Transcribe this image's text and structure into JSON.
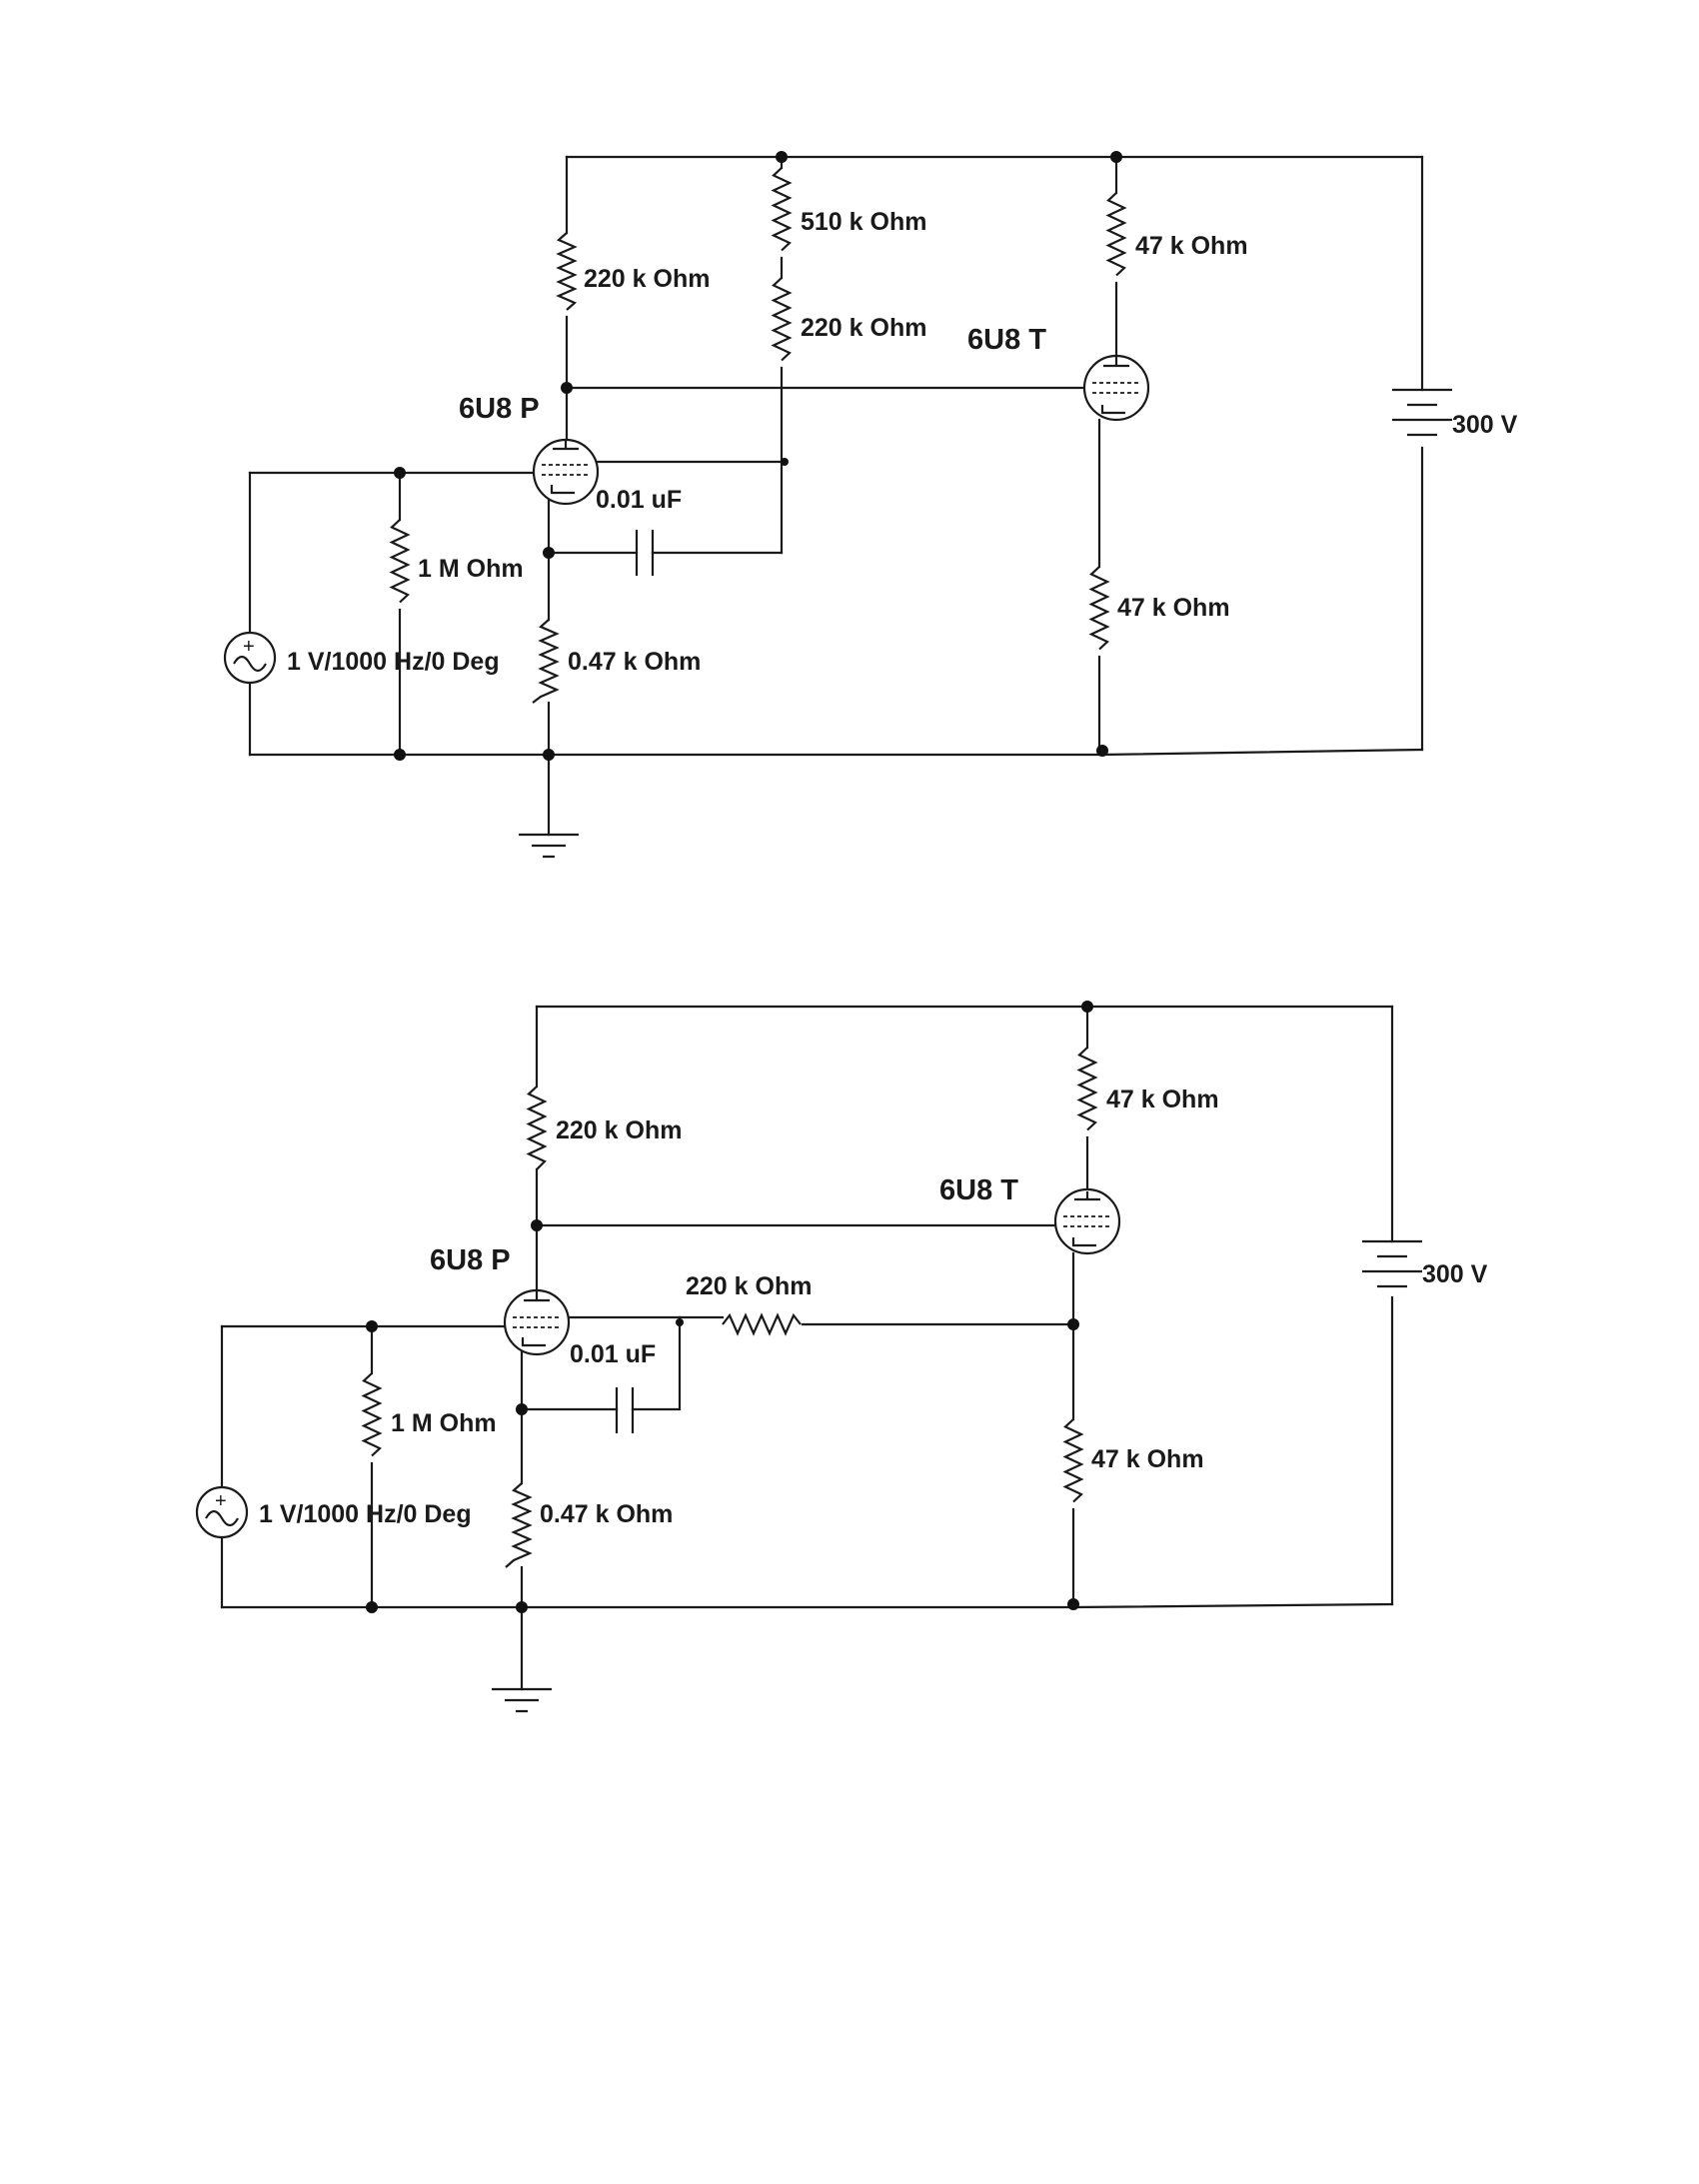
{
  "circuits": [
    {
      "source_label": "1 V/1000 Hz/0 Deg",
      "grid_resistor": "1 M Ohm",
      "cathode_resistor": "0.47 k Ohm",
      "plate_resistor": "220 k Ohm",
      "feedback_top_resistor": "510 k Ohm",
      "feedback_resistor": "220 k Ohm",
      "capacitor": "0.01 uF",
      "tube_p": "6U8 P",
      "tube_t": "6U8 T",
      "t_plate_resistor": "47 k Ohm",
      "t_cathode_resistor": "47 k Ohm",
      "battery": "300 V"
    },
    {
      "source_label": "1 V/1000 Hz/0 Deg",
      "grid_resistor": "1 M Ohm",
      "cathode_resistor": "0.47 k Ohm",
      "plate_resistor": "220 k Ohm",
      "feedback_resistor": "220 k Ohm",
      "capacitor": "0.01 uF",
      "tube_p": "6U8 P",
      "tube_t": "6U8 T",
      "t_plate_resistor": "47 k Ohm",
      "t_cathode_resistor": "47 k Ohm",
      "battery": "300 V"
    }
  ],
  "source_plus": "+"
}
